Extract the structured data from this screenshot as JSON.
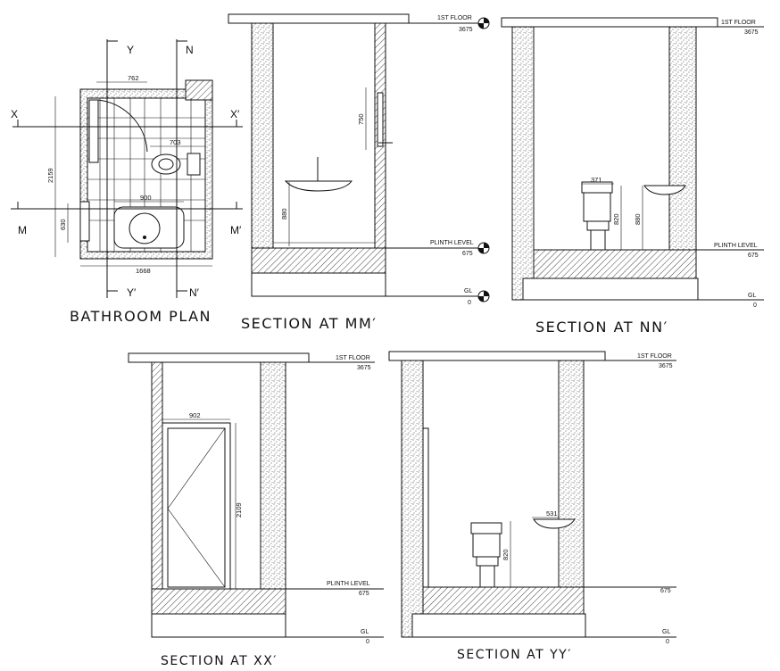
{
  "titles": {
    "plan": "BATHROOM PLAN",
    "mm": "SECTION AT MM′",
    "nn": "SECTION AT NN′",
    "xx": "SECTION AT XX′",
    "yy": "SECTION AT YY′"
  },
  "levels": {
    "first_floor": "1ST FLOOR",
    "first_floor_value": "3675",
    "plinth": "PLINTH LEVEL",
    "plinth_value": "675",
    "gl": "GL",
    "gl_value": "0"
  },
  "plan_labels": {
    "x": "X",
    "x_prime": "X′",
    "y": "Y",
    "y_prime": "Y′",
    "n": "N",
    "n_prime": "N′",
    "m": "M",
    "m_prime": "M′"
  },
  "dimensions": {
    "plan_top": "762",
    "plan_wc": "703",
    "plan_basin": "900",
    "plan_height": "2159",
    "plan_left": "630",
    "plan_bottom": "1668",
    "mm_vertical": "750",
    "mm_basin": "880",
    "nn_wc_width": "371",
    "nn_wc": "820",
    "nn_basin": "880",
    "xx_door_width": "902",
    "xx_door_height": "2109",
    "yy_basin": "531",
    "yy_wc": "820"
  },
  "colors": {
    "line": "#111111",
    "paper": "#ffffff"
  }
}
